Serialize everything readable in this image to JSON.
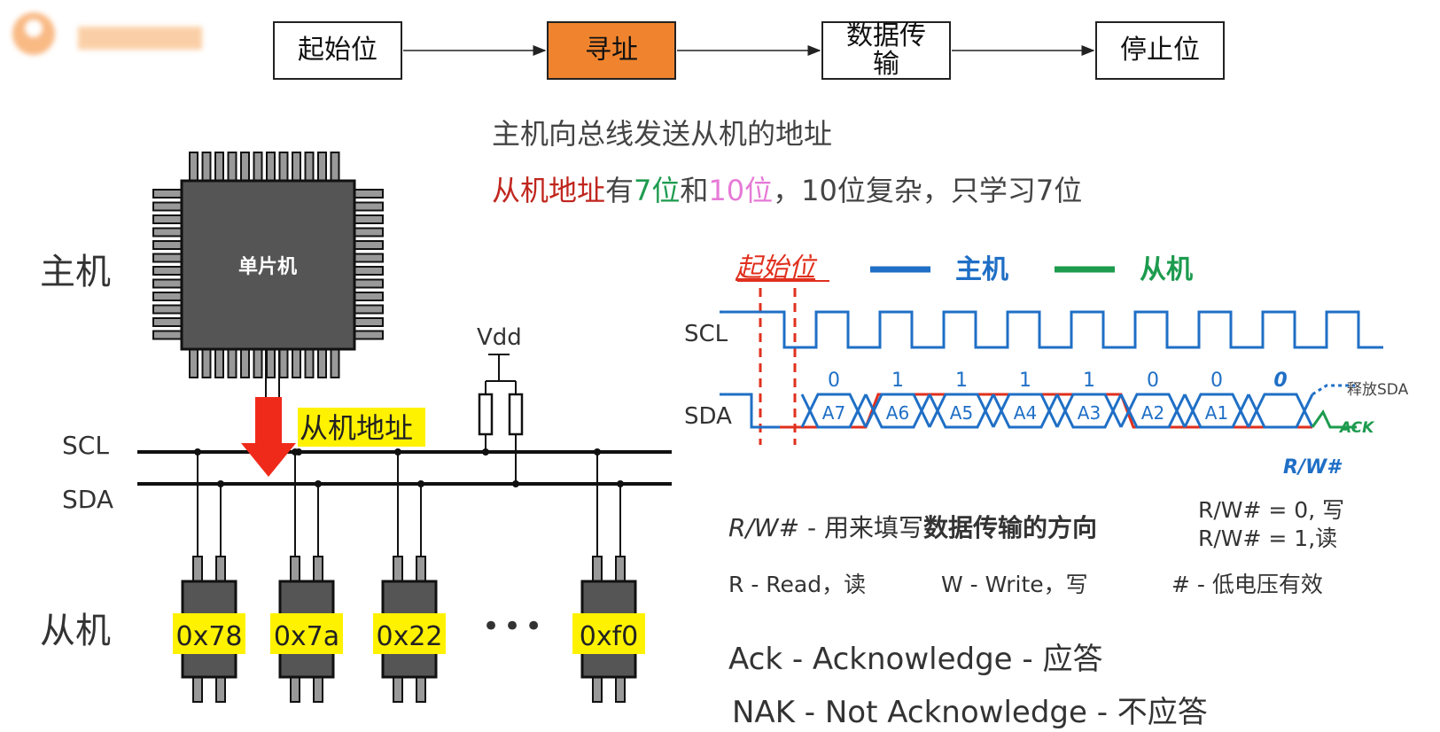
{
  "flow": {
    "steps": [
      {
        "label": "起始位",
        "active": false
      },
      {
        "label": "寻址",
        "active": true
      },
      {
        "label": "数据传输",
        "active": false
      },
      {
        "label": "停止位",
        "active": false
      }
    ]
  },
  "intro": {
    "line1": "主机向总线发送从机的地址",
    "line2_part1": "从机地址",
    "line2_part2": "有",
    "line2_part3": "7位",
    "line2_part4": "和",
    "line2_part5": "10位",
    "line2_part6": "，10位复杂，只学习7位"
  },
  "bus": {
    "master_label": "主机",
    "chip_label": "单片机",
    "scl_label": "SCL",
    "sda_label": "SDA",
    "vdd_label": "Vdd",
    "address_label": "从机地址",
    "slave_label": "从机",
    "ellipsis": "•••",
    "slaves": [
      "0x78",
      "0x7a",
      "0x22",
      "0xf0"
    ]
  },
  "timing": {
    "start_label": "起始位",
    "legend_master": "主机",
    "legend_slave": "从机",
    "scl_label": "SCL",
    "sda_label": "SDA",
    "bits": [
      "0",
      "1",
      "1",
      "1",
      "1",
      "0",
      "0",
      "0"
    ],
    "addr_bits": [
      "A7",
      "A6",
      "A5",
      "A4",
      "A3",
      "A2",
      "A1"
    ],
    "release_label": "释放SDA",
    "ack_label": "ACK",
    "rw_label": "R/W#"
  },
  "notes": {
    "rw_term": "R/W#",
    "rw_desc_plain": " - 用来填写",
    "rw_desc_bold": "数据传输的方向",
    "rw_write": "R/W# = 0, 写",
    "rw_read": "R/W# = 1,读",
    "r_read": "R - Read，读",
    "w_write": "W - Write，写",
    "hash_low": "# - 低电压有效",
    "ack": "Ack - Acknowledge - 应答",
    "nak": "NAK - Not Acknowledge - 不应答"
  },
  "colors": {
    "active_step": "#f0842e",
    "master": "#1f6fc6",
    "slave": "#1d9b4e",
    "highlight_red": "#c0261e",
    "seven_bit_green": "#1d9b4e",
    "ten_bit_pink": "#e67ad6",
    "arrow_red": "#f02a1a",
    "chip_yellow": "#fff200"
  }
}
